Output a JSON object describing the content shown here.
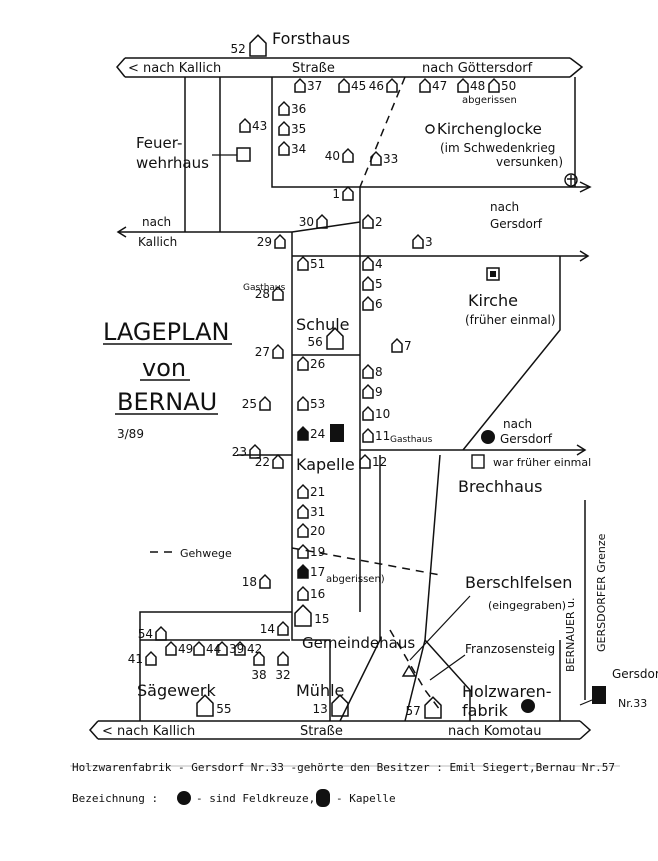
{
  "title": {
    "line1": "LAGEPLAN",
    "line2": "von",
    "line3": "BERNAU",
    "code": "3/89"
  },
  "roads": {
    "top_left": "< nach Kallich",
    "top_mid": "Straße",
    "top_right": "nach Göttersdorf",
    "bottom_left": "< nach Kallich",
    "bottom_mid": "Straße",
    "bottom_right": "nach Komotau",
    "kallich_left_1": "nach",
    "kallich_left_2": "Kallich",
    "gersdorf_right_1": "nach",
    "gersdorf_right_2": "Gersdorf",
    "gersdorf_mid_1": "nach",
    "gersdorf_mid_2": "Gersdorf"
  },
  "places": {
    "forsthaus": "Forsthaus",
    "feuerwehrhaus_1": "Feuer-",
    "feuerwehrhaus_2": "wehrhaus",
    "kirchenglocke": "Kirchenglocke",
    "kirchenglocke_note_1": "(im Schwedenkrieg",
    "kirchenglocke_note_2": "versunken)",
    "kirche": "Kirche",
    "kirche_note": "(früher einmal)",
    "schule": "Schule",
    "gasthaus_28": "Gasthaus",
    "gasthaus_11": "Gasthaus",
    "kapelle": "Kapelle",
    "brechhaus_note": "war früher einmal",
    "brechhaus": "Brechhaus",
    "gehwege": "Gehwege",
    "abgerissen_17": "abgerissen)",
    "abgerissen_48": "abgerissen",
    "berschlfelsen": "Berschlfelsen",
    "berschlfelsen_note": "(eingegraben)",
    "franzosensteig": "Franzosensteig",
    "gemeindehaus": "Gemeindehaus",
    "saegewerk": "Sägewerk",
    "muehle": "Mühle",
    "holzwaren_1": "Holzwaren-",
    "holzwaren_2": "fabrik",
    "gersdorf": "Gersdorf",
    "nr33": "Nr.33",
    "border_bernauer": "BERNAUER u.",
    "border_gersdorfer": "GERSDORFER Grenze"
  },
  "house_numbers": [
    "52",
    "37",
    "45",
    "46",
    "47",
    "48",
    "50",
    "43",
    "36",
    "35",
    "34",
    "40",
    "33",
    "1",
    "30",
    "2",
    "3",
    "29",
    "51",
    "4",
    "5",
    "6",
    "28",
    "56",
    "7",
    "27",
    "26",
    "8",
    "9",
    "25",
    "53",
    "10",
    "11",
    "24",
    "23",
    "22",
    "12",
    "21",
    "31",
    "20",
    "19",
    "18",
    "17",
    "16",
    "15",
    "54",
    "49",
    "44",
    "39",
    "42",
    "14",
    "41",
    "38",
    "32",
    "13",
    "55",
    "57"
  ],
  "footer": {
    "line1": "Holzwarenfabrik - Gersdorf Nr.33 -gehörte den Besitzer : Emil Siegert,Bernau Nr.57",
    "line2_a": "Bezeichnung :",
    "line2_b": "- sind Feldkreuze,",
    "line2_c": "- Kapelle"
  }
}
